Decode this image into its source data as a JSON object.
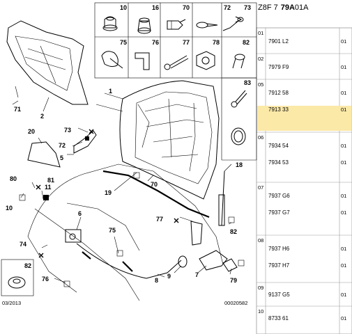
{
  "header": {
    "ref_prefix": "Z8F 7",
    "ref_bold": "79A",
    "ref_suffix": "01A"
  },
  "diagram": {
    "date_code": "03/2013",
    "drawing_number": "00020582",
    "callouts": [
      "1",
      "2",
      "5",
      "6",
      "7",
      "8",
      "9",
      "10",
      "11",
      "18",
      "19",
      "20",
      "70",
      "71",
      "72",
      "73",
      "74",
      "75",
      "76",
      "77",
      "79",
      "80",
      "81",
      "82"
    ],
    "inset_labels": [
      "10",
      "16",
      "70",
      "72",
      "73",
      "75",
      "76",
      "77",
      "78",
      "82",
      "83"
    ]
  },
  "parts": [
    {
      "ref": "01",
      "rows": [
        {
          "code": "7901 L2",
          "qty": "01"
        }
      ]
    },
    {
      "ref": "02",
      "rows": [
        {
          "code": "7979 F9",
          "qty": "01"
        }
      ]
    },
    {
      "ref": "05",
      "rows": [
        {
          "code": "7912 58",
          "qty": "01"
        },
        {
          "code": "7913 33",
          "qty": "01",
          "highlighted": true
        }
      ]
    },
    {
      "ref": "06",
      "rows": [
        {
          "code": "7934 54",
          "qty": "01"
        },
        {
          "code": "7934 53",
          "qty": "01"
        }
      ]
    },
    {
      "ref": "07",
      "rows": [
        {
          "code": "7937 G6",
          "qty": "01"
        },
        {
          "code": "7937 G7",
          "qty": "01"
        }
      ]
    },
    {
      "ref": "08",
      "rows": [
        {
          "code": "7937 H6",
          "qty": "01"
        },
        {
          "code": "7937 H7",
          "qty": "01"
        }
      ]
    },
    {
      "ref": "09",
      "rows": [
        {
          "code": "9137 G5",
          "qty": "01"
        }
      ]
    },
    {
      "ref": "10",
      "rows": [
        {
          "code": "8733 61",
          "qty": "01"
        }
      ]
    }
  ],
  "colors": {
    "highlight": "#fbe9a8",
    "line": "#000000",
    "table_border": "#9a9a9a"
  }
}
